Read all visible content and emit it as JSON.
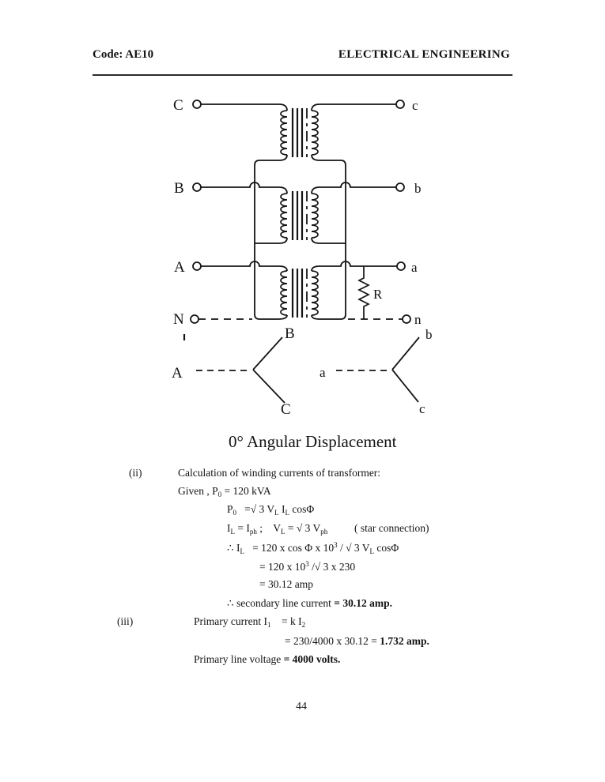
{
  "header": {
    "code": "Code: AE10",
    "title": "ELECTRICAL ENGINEERING"
  },
  "figure": {
    "caption": "0° Angular Displacement",
    "primary_terminals": [
      "C",
      "B",
      "A",
      "N"
    ],
    "secondary_terminals": [
      "c",
      "b",
      "a",
      "n"
    ],
    "resistor_label": "R",
    "phasor_left": {
      "top": "B",
      "left": "A",
      "bottom": "C"
    },
    "phasor_right": {
      "top": "b",
      "left": "a",
      "bottom": "c"
    }
  },
  "solution": {
    "lines": [
      {
        "label": "(ii)",
        "segments": [
          {
            "t": "Calculation of winding currents of transformer:"
          }
        ]
      },
      {
        "segments": [
          {
            "t": "Given , P"
          },
          {
            "t": "0",
            "s": "sub"
          },
          {
            "t": " = 120 kVA"
          }
        ]
      },
      {
        "segments": [
          {
            "t": "P"
          },
          {
            "t": "0",
            "s": "sub"
          },
          {
            "t": "   =√ 3 V"
          },
          {
            "t": "L",
            "s": "sub"
          },
          {
            "t": " I"
          },
          {
            "t": "L",
            "s": "sub"
          },
          {
            "t": " cosΦ"
          }
        ]
      },
      {
        "segments": [
          {
            "t": "I"
          },
          {
            "t": "L",
            "s": "sub"
          },
          {
            "t": " = I"
          },
          {
            "t": "ph",
            "s": "sub"
          },
          {
            "t": " ;    V"
          },
          {
            "t": "L",
            "s": "sub"
          },
          {
            "t": " = √ 3 V"
          },
          {
            "t": "ph",
            "s": "sub"
          },
          {
            "t": "          ( star connection)"
          }
        ]
      },
      {
        "segments": [
          {
            "t": "∴ I"
          },
          {
            "t": "L",
            "s": "sub"
          },
          {
            "t": "   = 120 x cos Φ x 10"
          },
          {
            "t": "3",
            "s": "sup"
          },
          {
            "t": " / √ 3 V"
          },
          {
            "t": "L",
            "s": "sub"
          },
          {
            "t": " cosΦ"
          }
        ]
      },
      {
        "segments": [
          {
            "t": "= 120 x 10"
          },
          {
            "t": "3",
            "s": "sup"
          },
          {
            "t": " /√ 3 x 230"
          }
        ]
      },
      {
        "segments": [
          {
            "t": "= 30.12 amp"
          }
        ]
      },
      {
        "segments": [
          {
            "t": "∴ secondary line current "
          },
          {
            "t": "= 30.12 amp.",
            "s": "bold"
          }
        ]
      },
      {
        "label": "(iii)",
        "segments": [
          {
            "t": "Primary current I"
          },
          {
            "t": "1",
            "s": "sub"
          },
          {
            "t": "    = k I"
          },
          {
            "t": "2",
            "s": "sub"
          }
        ]
      },
      {
        "segments": [
          {
            "t": "= 230/4000 x 30.12 = "
          },
          {
            "t": "1.732 amp.",
            "s": "bold"
          }
        ]
      },
      {
        "segments": [
          {
            "t": "Primary line voltage "
          },
          {
            "t": "= 4000 volts.",
            "s": "bold"
          }
        ]
      }
    ]
  },
  "page": {
    "number": "44"
  }
}
